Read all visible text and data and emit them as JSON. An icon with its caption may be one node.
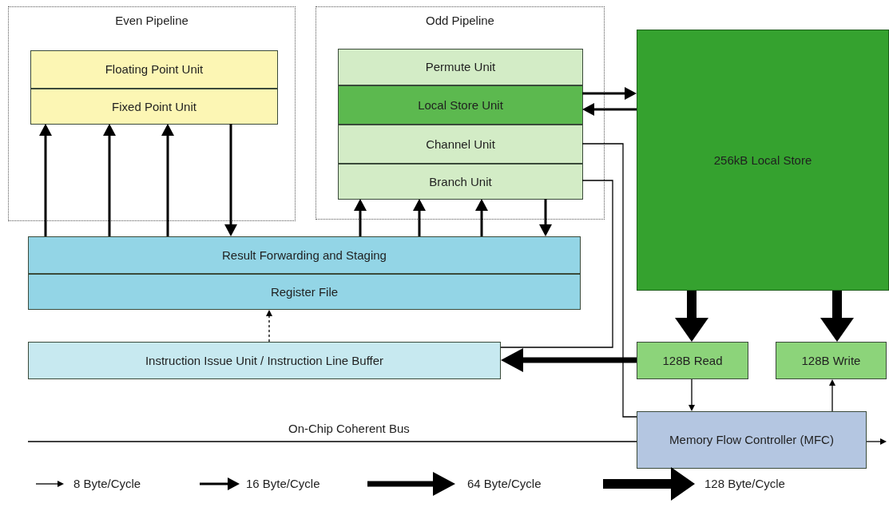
{
  "diagram": {
    "nodes": [
      {
        "text": [
          "Even Pipeline"
        ]
      },
      {
        "text": [
          "Floating Point Unit"
        ],
        "in": 0
      },
      {
        "text": [
          "Fixed Point Unit"
        ],
        "in": 0
      },
      {
        "text": [
          "Odd Pipeline"
        ]
      },
      {
        "text": [
          "Permute Unit"
        ],
        "in": 3
      },
      {
        "text": [
          "Local Store Unit"
        ],
        "in": 3
      },
      {
        "text": [
          "Channel Unit"
        ],
        "in": 3
      },
      {
        "text": [
          "Branch Unit"
        ],
        "in": 3
      },
      {
        "text": [
          "256kB Local Store"
        ]
      },
      {
        "text": [
          "Result Forwarding and Staging"
        ]
      },
      {
        "text": [
          "Register File"
        ]
      },
      {
        "text": [
          "Instruction Issue Unit / Instruction Line Buffer"
        ]
      },
      {
        "text": [
          "128B Read"
        ]
      },
      {
        "text": [
          "128B Write"
        ]
      },
      {
        "text": [
          "Memory Flow Controller (MFC)"
        ]
      }
    ],
    "edges": [
      {
        "from": 9,
        "to": 2,
        "arrow": "to"
      },
      {
        "from": 9,
        "to": 2,
        "arrow": "to"
      },
      {
        "from": 9,
        "to": 2,
        "arrow": "to"
      },
      {
        "from": 2,
        "to": 9,
        "arrow": "to"
      },
      {
        "from": 9,
        "to": 7,
        "arrow": "to"
      },
      {
        "from": 9,
        "to": 7,
        "arrow": "to"
      },
      {
        "from": 9,
        "to": 7,
        "arrow": "to"
      },
      {
        "from": 7,
        "to": 9,
        "arrow": "to"
      },
      {
        "from": 5,
        "to": 8,
        "arrow": "to"
      },
      {
        "from": 8,
        "to": 5,
        "arrow": "to"
      },
      {
        "from": 6,
        "to": 14,
        "arrow": "none"
      },
      {
        "from": 7,
        "to": 11,
        "arrow": "none"
      },
      {
        "from": 12,
        "to": 11,
        "arrow": "to",
        "style": "thick"
      },
      {
        "from": 8,
        "to": 12,
        "arrow": "to",
        "style": "thick"
      },
      {
        "from": 8,
        "to": 13,
        "arrow": "to",
        "style": "thick"
      },
      {
        "from": 12,
        "to": 14,
        "arrow": "to"
      },
      {
        "from": 14,
        "to": 13,
        "arrow": "to"
      },
      {
        "from": 11,
        "to": 10,
        "arrow": "to",
        "style": "dashed"
      },
      {
        "from": null,
        "to": 14,
        "arrow": "none",
        "label": "On-Chip Coherent Bus"
      },
      {
        "from": 14,
        "to": null,
        "arrow": "to"
      }
    ],
    "legend": [
      {
        "text": "8 Byte/Cycle"
      },
      {
        "text": "16 Byte/Cycle"
      },
      {
        "text": "64 Byte/Cycle"
      },
      {
        "text": "128 Byte/Cycle"
      }
    ]
  }
}
